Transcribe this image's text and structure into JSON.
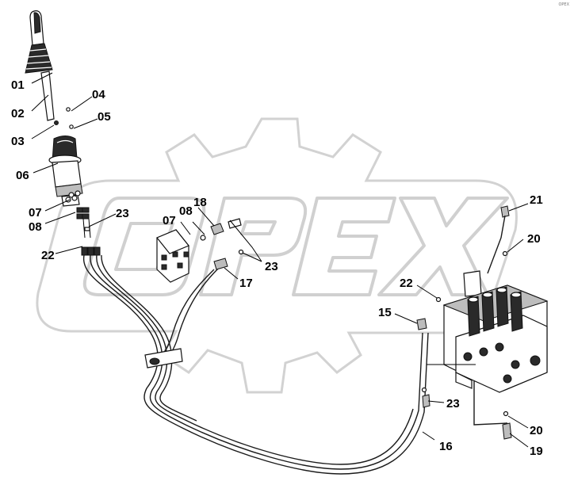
{
  "corner_note": "ОРЕХ",
  "watermark": {
    "text": "OPEX"
  },
  "labels": {
    "l01": "01",
    "l02": "02",
    "l03": "03",
    "l04": "04",
    "l05": "05",
    "l06": "06",
    "l07a": "07",
    "l08a": "08",
    "l22a": "22",
    "l23a": "23",
    "l18": "18",
    "l07b": "07",
    "l08b": "08",
    "l23b": "23",
    "l17": "17",
    "l21": "21",
    "l20a": "20",
    "l22b": "22",
    "l15": "15",
    "l23c": "23",
    "l16": "16",
    "l20b": "20",
    "l19": "19"
  }
}
